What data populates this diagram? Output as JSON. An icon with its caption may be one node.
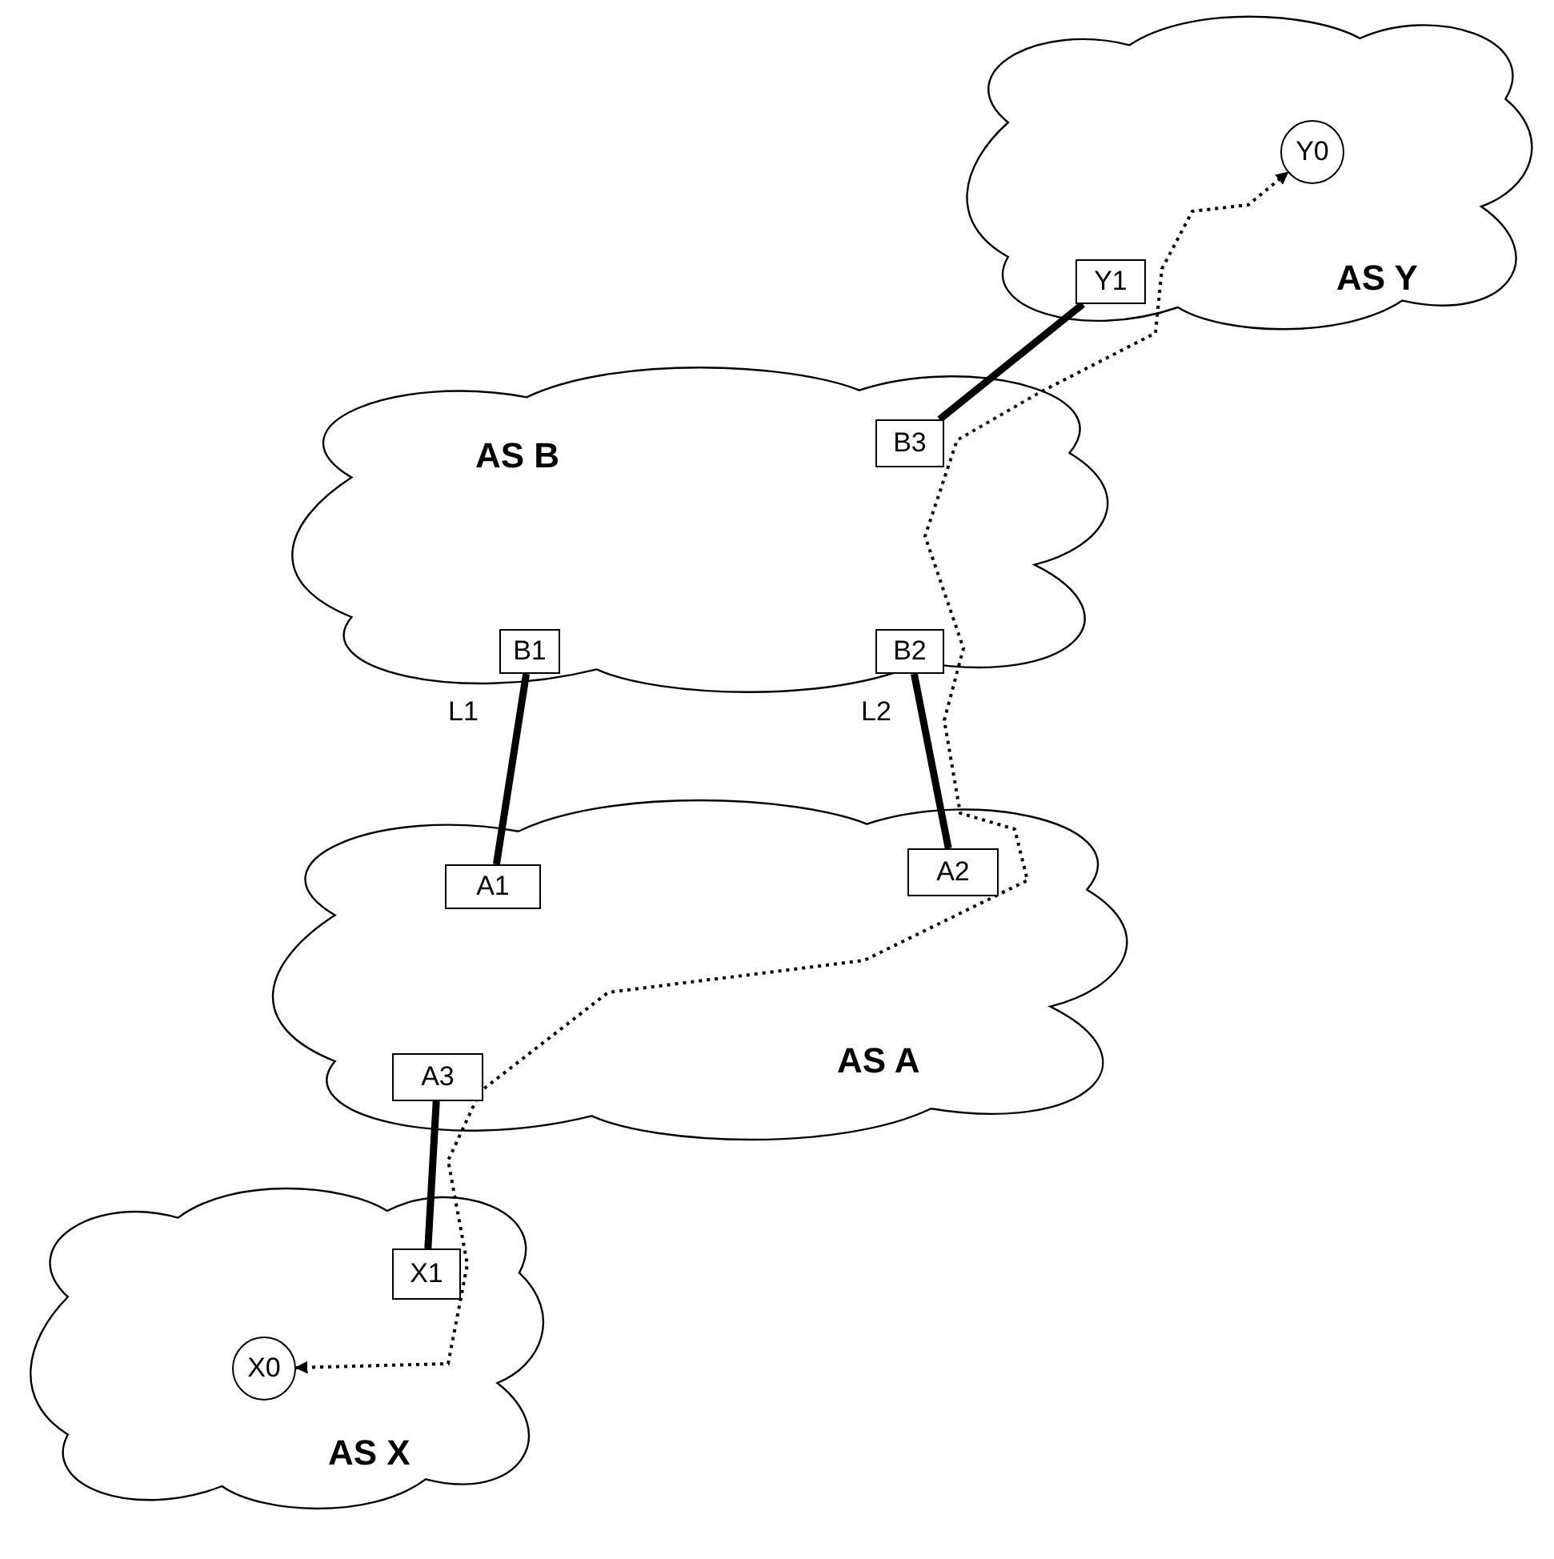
{
  "diagram": {
    "nodes": [
      {
        "text": [
          "AS Y"
        ]
      },
      {
        "text": [
          "Y0"
        ],
        "in": 0
      },
      {
        "text": [
          "Y1"
        ],
        "in": 0
      },
      {
        "text": [
          "AS B"
        ]
      },
      {
        "text": [
          "B3"
        ],
        "in": 3
      },
      {
        "text": [
          "B1"
        ],
        "in": 3
      },
      {
        "text": [
          "B2"
        ],
        "in": 3
      },
      {
        "text": [
          "AS A"
        ]
      },
      {
        "text": [
          "A1"
        ],
        "in": 7
      },
      {
        "text": [
          "A2"
        ],
        "in": 7
      },
      {
        "text": [
          "A3"
        ],
        "in": 7
      },
      {
        "text": [
          "AS X"
        ]
      },
      {
        "text": [
          "X1"
        ],
        "in": 11
      },
      {
        "text": [
          "X0"
        ],
        "in": 11
      }
    ],
    "edges": [
      {
        "from": 2,
        "to": 4,
        "arrow": "none"
      },
      {
        "from": 5,
        "to": 8,
        "arrow": "none",
        "label": "L1"
      },
      {
        "from": 6,
        "to": 9,
        "arrow": "none",
        "label": "L2"
      },
      {
        "from": 10,
        "to": 12,
        "arrow": "none"
      },
      {
        "from": 13,
        "to": 1,
        "arrow": "both",
        "style": "dashed"
      }
    ]
  }
}
